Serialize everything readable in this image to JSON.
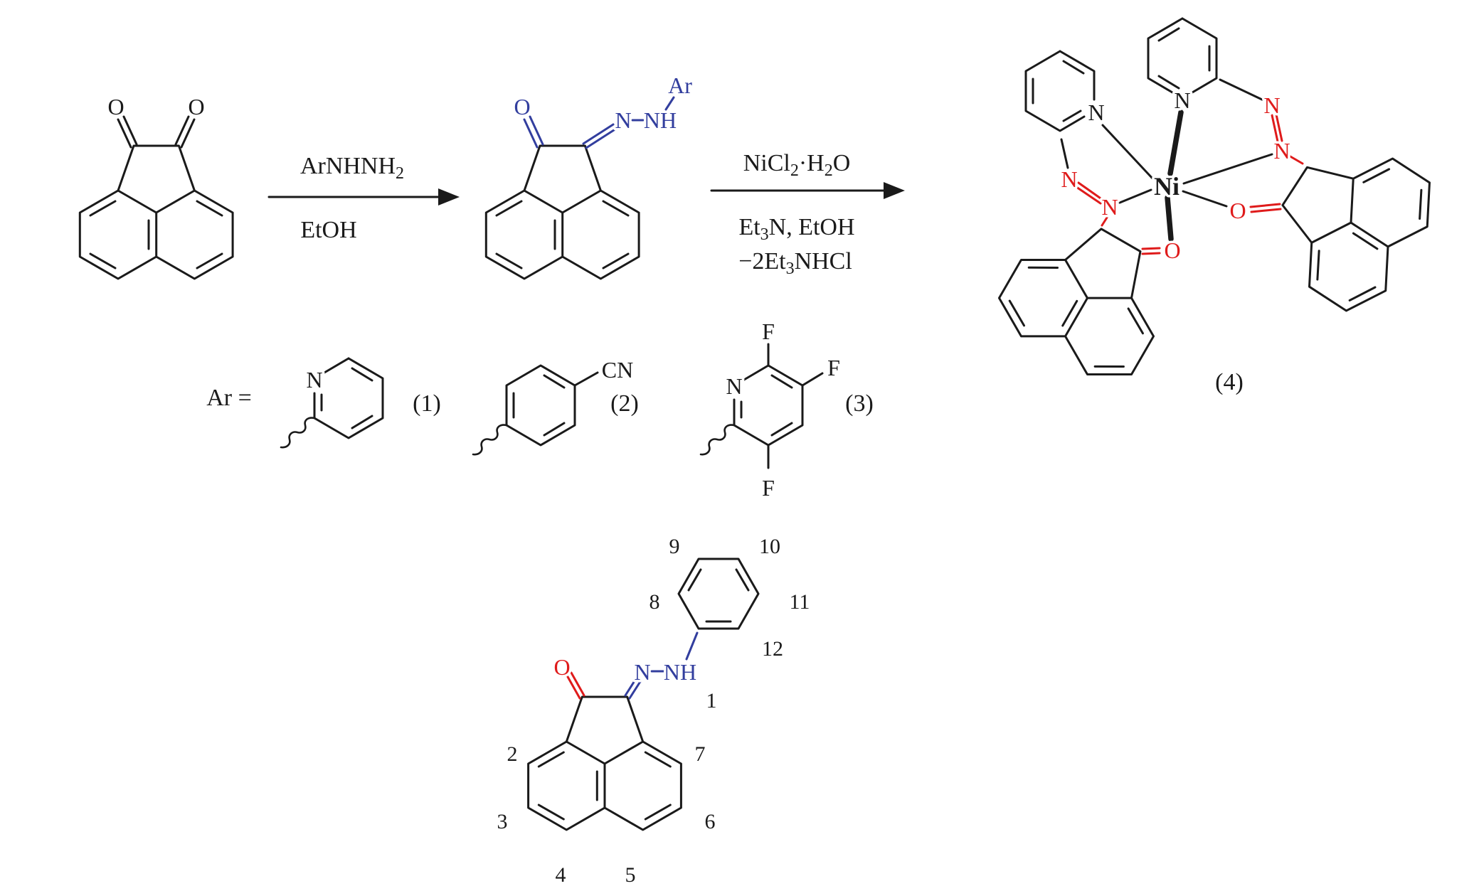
{
  "colors": {
    "blue": "#323e9e",
    "red": "#df1b1b",
    "ink": "#1a1a1a",
    "background": "#ffffff"
  },
  "figure": {
    "left_molecule": {
      "o1": "O",
      "o2": "O"
    },
    "arrow1": {
      "above_main": "ArNHNH",
      "above_sub": "2",
      "below": "EtOH"
    },
    "hydrazone": {
      "o": "O",
      "n": "N",
      "nh": "NH",
      "ar": "Ar"
    },
    "arrow2": {
      "top_p1": "NiCl",
      "top_s1": "2",
      "top_p2": "·H",
      "top_s2": "2",
      "top_p3": "O",
      "mid_p1": "Et",
      "mid_s1": "3",
      "mid_p2": "N, EtOH",
      "bot_p1": "−2Et",
      "bot_s1": "3",
      "bot_p2": "NHCl"
    },
    "complex": {
      "ni": "Ni",
      "py1_n": "N",
      "py2_n": "N",
      "l1_n1": "N",
      "l1_n2": "N",
      "l1_o": "O",
      "l2_n1": "N",
      "l2_n2": "N",
      "l2_o": "O",
      "label": "(4)"
    },
    "ar_row": {
      "prefix": "Ar =",
      "py_n": "N",
      "label1": "(1)",
      "cn": "CN",
      "label2": "(2)",
      "tfp_n": "N",
      "f1": "F",
      "f2": "F",
      "f3": "F",
      "label3": "(3)"
    },
    "numbered": {
      "o": "O",
      "n": "N",
      "nh": "NH",
      "n1": "1",
      "n2": "2",
      "n3": "3",
      "n4": "4",
      "n5": "5",
      "n6": "6",
      "n7": "7",
      "n8": "8",
      "n9": "9",
      "n10": "10",
      "n11": "11",
      "n12": "12"
    }
  }
}
